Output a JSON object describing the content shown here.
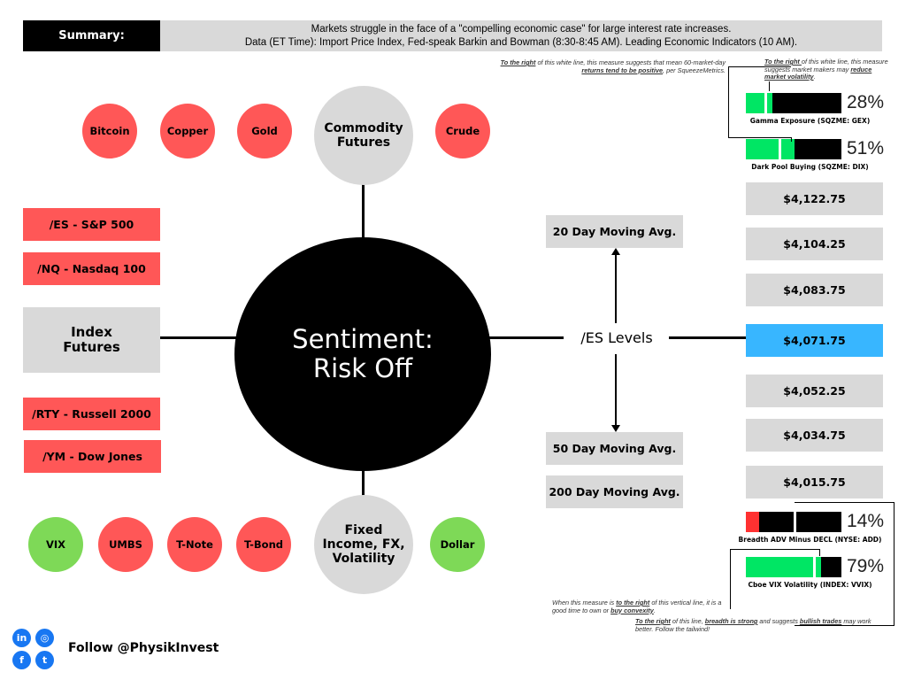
{
  "summary": {
    "label": "Summary:",
    "line1": "Markets struggle in the face of a \"compelling economic case\" for large interest rate increases.",
    "line2": "Data (ET Time): Import Price Index, Fed-speak Barkin and Bowman (8:30-8:45 AM). Leading Economic Indicators (10 AM)."
  },
  "center": {
    "line1": "Sentiment:",
    "line2": "Risk Off"
  },
  "commodities": {
    "hub_line1": "Commodity",
    "hub_line2": "Futures",
    "items": [
      {
        "label": "Bitcoin",
        "status": "red"
      },
      {
        "label": "Copper",
        "status": "red"
      },
      {
        "label": "Gold",
        "status": "red"
      },
      {
        "label": "Crude",
        "status": "red"
      }
    ]
  },
  "index_futures": {
    "hub_line1": "Index",
    "hub_line2": "Futures",
    "items": [
      {
        "label": "/ES - S&P 500",
        "status": "red"
      },
      {
        "label": "/NQ - Nasdaq 100",
        "status": "red"
      },
      {
        "label": "/RTY - Russell 2000",
        "status": "red"
      },
      {
        "label": "/YM - Dow Jones",
        "status": "red"
      }
    ]
  },
  "fixed_income": {
    "hub_line1": "Fixed",
    "hub_line2": "Income, FX,",
    "hub_line3": "Volatility",
    "items": [
      {
        "label": "VIX",
        "status": "green"
      },
      {
        "label": "UMBS",
        "status": "red"
      },
      {
        "label": "T-Note",
        "status": "red"
      },
      {
        "label": "T-Bond",
        "status": "red"
      },
      {
        "label": "Dollar",
        "status": "green"
      }
    ]
  },
  "es_levels": {
    "label": "/ES Levels",
    "moving_averages": [
      "20 Day Moving Avg.",
      "50 Day Moving Avg.",
      "200 Day Moving Avg."
    ],
    "levels": [
      "$4,122.75",
      "$4,104.25",
      "$4,083.75",
      "$4,071.75",
      "$4,052.25",
      "$4,034.75",
      "$4,015.75"
    ],
    "current_level": "$4,071.75"
  },
  "gauges": [
    {
      "caption": "Gamma Exposure (SQZME: GEX)",
      "percent_label": "28%",
      "value": 28,
      "color": "#00e664"
    },
    {
      "caption": "Dark Pool Buying (SQZME: DIX)",
      "percent_label": "51%",
      "value": 51,
      "color": "#00e664"
    },
    {
      "caption": "Breadth ADV Minus DECL (NYSE: ADD)",
      "percent_label": "14%",
      "value": 14,
      "color": "#ff3131"
    },
    {
      "caption": "Cboe VIX Volatility (INDEX: VVIX)",
      "percent_label": "79%",
      "value": 79,
      "color": "#00e664"
    }
  ],
  "notes": {
    "dix": {
      "a": "To the right",
      "b": " of this white line, this measure suggests that mean 60-market-day ",
      "c": "returns tend to be positive",
      "d": ", per SqueezeMetrics."
    },
    "gex": {
      "a": "To the right ",
      "b": "of this white line, this measure suggests market makers may ",
      "c": "reduce market volatility",
      "d": "."
    },
    "vvix": {
      "a": "When this measure is ",
      "b": "to the right",
      "c": " of this vertical line, it is a good time to own or ",
      "d": "buy convexity",
      "e": "."
    },
    "add": {
      "a": "To the right",
      "b": " of this line, ",
      "c": "breadth is strong",
      "d": " and suggests ",
      "e": "bullish trades",
      "f": " may work better. Follow the tailwind!"
    }
  },
  "footer": {
    "follow": "Follow @PhysikInvest",
    "icons": [
      "in",
      "◎",
      "f",
      "t"
    ]
  },
  "colors": {
    "red": "#ff5757",
    "green": "#7ed957",
    "grey": "#d9d9d9",
    "blue": "#38b6ff",
    "gauge_green": "#00e664"
  }
}
